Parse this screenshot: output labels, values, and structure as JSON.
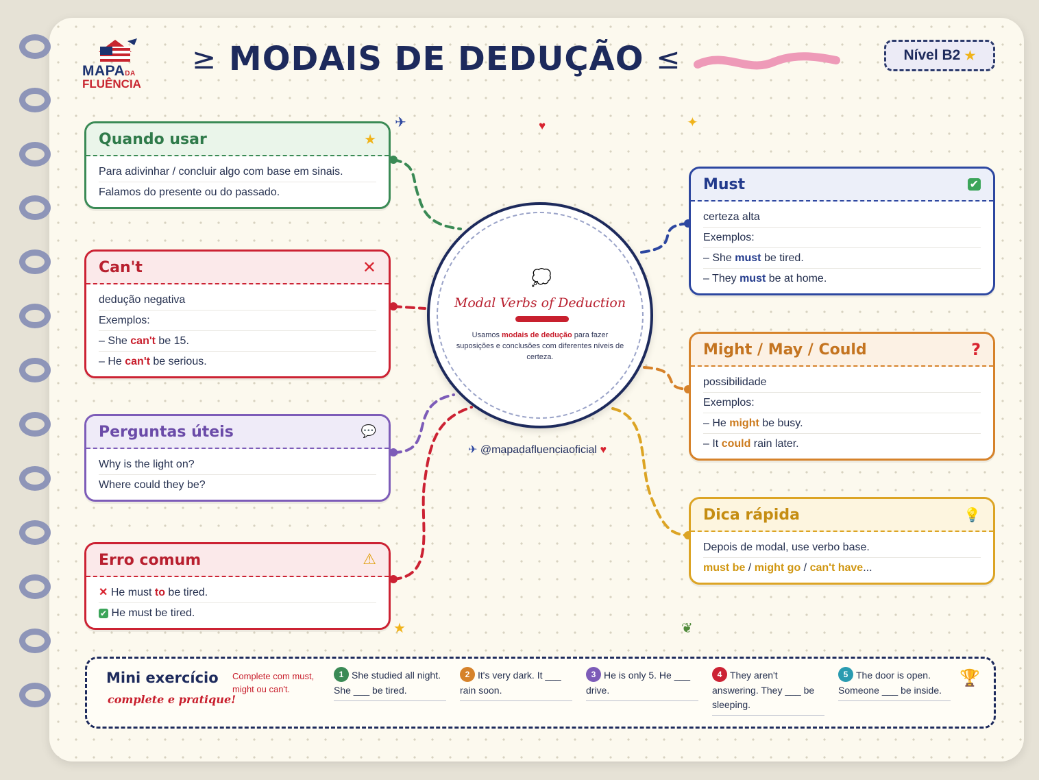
{
  "brand": {
    "line1": "MAPA",
    "line1_small": "DA",
    "line2": "FLUÊNCIA"
  },
  "title": {
    "deco_left": "≥",
    "text": "MODAIS DE DEDUÇÃO",
    "deco_right": "≤"
  },
  "level": {
    "label": "Nível B2",
    "icon": "star-icon"
  },
  "center": {
    "title": "Modal Verbs of Deduction",
    "desc_before": "Usamos ",
    "desc_key": "modais de dedução",
    "desc_after": " para fazer suposições e conclusões com diferentes níveis de certeza.",
    "icon": "thought-bubble-icon"
  },
  "handle": "@mapadafluenciaoficial",
  "cards": {
    "quando": {
      "title": "Quando usar",
      "icon": "star-icon",
      "lines": [
        "Para adivinhar / concluir algo com base em sinais.",
        "Falamos do presente ou do passado."
      ]
    },
    "cant": {
      "title": "Can't",
      "icon": "x-mark-icon",
      "line1": "dedução negativa",
      "line2": "Exemplos:",
      "ex1": {
        "pre": "– She ",
        "key": "can't",
        "post": " be 15."
      },
      "ex2": {
        "pre": "– He ",
        "key": "can't",
        "post": " be serious."
      }
    },
    "perguntas": {
      "title": "Perguntas úteis",
      "icon": "speech-bubble-icon",
      "lines": [
        "Why is the light on?",
        "Where could they be?"
      ]
    },
    "erro": {
      "title": "Erro comum",
      "icon": "warning-icon",
      "wrong": {
        "pre": "He must ",
        "key": "to",
        "post": " be tired."
      },
      "right": "He must be tired."
    },
    "must": {
      "title": "Must",
      "icon": "check-mark-icon",
      "line1": "certeza alta",
      "line2": "Exemplos:",
      "ex1": {
        "pre": "– She ",
        "key": "must",
        "post": " be tired."
      },
      "ex2": {
        "pre": "– They ",
        "key": "must",
        "post": " be at home."
      }
    },
    "might": {
      "title": "Might / May / Could",
      "icon": "question-mark-icon",
      "line1": "possibilidade",
      "line2": "Exemplos:",
      "ex1": {
        "pre": "– He ",
        "key": "might",
        "post": " be busy."
      },
      "ex2": {
        "pre": "– It ",
        "key": "could",
        "post": " rain later."
      }
    },
    "dica": {
      "title": "Dica rápida",
      "icon": "light-bulb-icon",
      "line1": "Depois de modal, use verbo base.",
      "k1": "must be",
      "sep1": " / ",
      "k2": "might go",
      "sep2": " / ",
      "k3": "can't have",
      "tail": "..."
    }
  },
  "exercise": {
    "title": "Mini exercício",
    "subtitle": "complete e pratique!",
    "instruction": "Complete com must, might ou can't.",
    "questions": [
      {
        "num": "1",
        "text": "She studied all night. She ___ be tired.",
        "color": "#3a8a55"
      },
      {
        "num": "2",
        "text": "It's very dark. It ___ rain soon.",
        "color": "#d6822a"
      },
      {
        "num": "3",
        "text": "He is only 5. He ___ drive.",
        "color": "#7d5cb8"
      },
      {
        "num": "4",
        "text": "They aren't answering. They ___ be sleeping.",
        "color": "#cc2233"
      },
      {
        "num": "5",
        "text": "The door is open. Someone ___ be inside.",
        "color": "#2a9bb0"
      }
    ],
    "icon": "trophy-icon"
  },
  "colors": {
    "navy": "#1d2a5c",
    "green": "#3a8a55",
    "red": "#cc2233",
    "purple": "#7d5cb8",
    "blue": "#2d47a0",
    "orange": "#d6822a",
    "yellow": "#dca424",
    "pink": "#ee9ab8"
  }
}
